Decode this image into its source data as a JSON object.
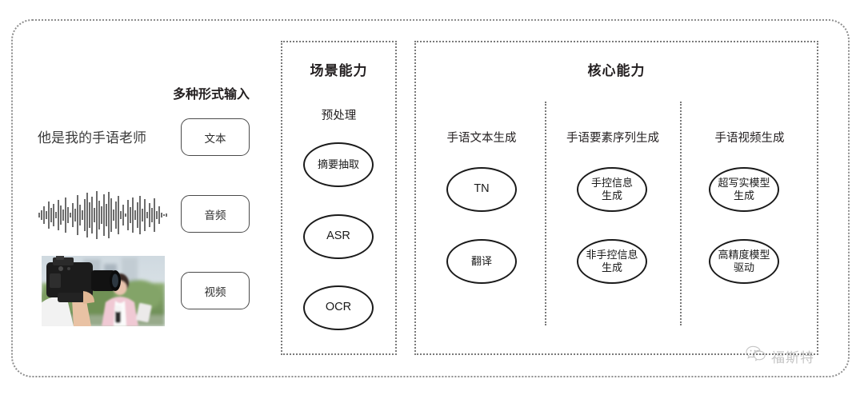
{
  "diagram": {
    "input_section": {
      "heading": "多种形式输入",
      "sample_text": "他是我的手语老师",
      "modalities": [
        {
          "label": "文本",
          "media": "text-sample"
        },
        {
          "label": "音频",
          "media": "audio-waveform"
        },
        {
          "label": "视频",
          "media": "video-thumbnail"
        }
      ]
    },
    "scene_panel": {
      "title": "场景能力",
      "columns": [
        {
          "heading": "预处理",
          "nodes": [
            "摘要抽取",
            "ASR",
            "OCR"
          ]
        }
      ]
    },
    "core_panel": {
      "title": "核心能力",
      "columns": [
        {
          "heading": "手语文本生成",
          "nodes": [
            "TN",
            "翻译"
          ]
        },
        {
          "heading": "手语要素序列生成",
          "nodes": [
            "手控信息\n生成",
            "非手控信息\n生成"
          ]
        },
        {
          "heading": "手语视频生成",
          "nodes": [
            "超写实模型\n生成",
            "高精度模型\n驱动"
          ]
        }
      ]
    },
    "watermark": {
      "icon": "wechat-chat-bubble-icon",
      "text": "福斯特"
    },
    "colors": {
      "frame": "#8e8e8e",
      "panel_border": "#7a7a7a",
      "node_border": "#1a1a1a",
      "text": "#231f20",
      "background": "#ffffff"
    }
  }
}
